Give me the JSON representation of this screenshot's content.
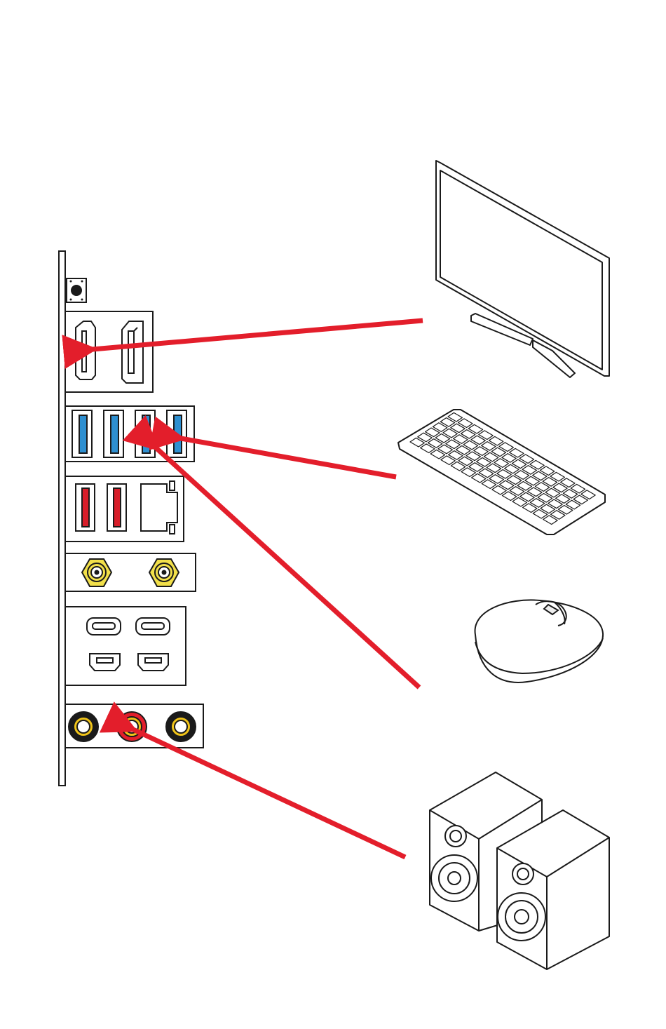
{
  "colors": {
    "outline": "#1a1a1a",
    "arrow": "#e31e2b",
    "usb3_blue": "#2e8fd0",
    "usb_red": "#d81e2a",
    "antenna_gold": "#f2e04a",
    "audio_gold": "#f0c419",
    "audio_red": "#e31e2b",
    "key_fill": "#ffffff",
    "device_fill": "#ffffff"
  },
  "io_panel": {
    "ports": [
      "clear-cmos-button",
      "hdmi-port",
      "displayport-port",
      "usb3-port",
      "usb3-port",
      "usb3-port",
      "usb3-port",
      "usb-red-port",
      "usb-red-port",
      "lan-port",
      "wifi-antenna-connector",
      "wifi-antenna-connector",
      "usb-c-port",
      "usb-c-port",
      "mini-port",
      "mini-port",
      "audio-jack",
      "audio-jack-line-out",
      "audio-jack"
    ]
  },
  "devices": [
    "monitor",
    "keyboard",
    "mouse",
    "speakers"
  ],
  "connections": [
    {
      "from": "monitor",
      "to": "hdmi-port"
    },
    {
      "from": "keyboard",
      "to": "usb3-port"
    },
    {
      "from": "mouse",
      "to": "usb3-port"
    },
    {
      "from": "speakers",
      "to": "audio-jack-line-out"
    }
  ]
}
